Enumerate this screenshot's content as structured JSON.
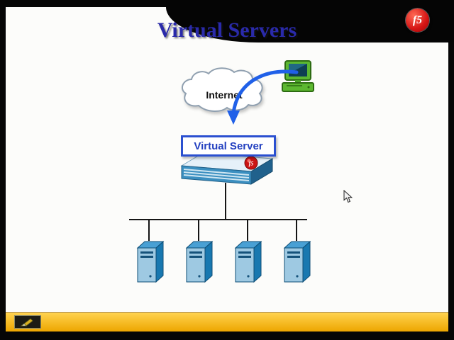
{
  "slide": {
    "title": "Virtual Servers",
    "logo_text": "f5",
    "diagram": {
      "internet_label": "Internet",
      "virtual_server_label": "Virtual Server",
      "device_logo": "f5",
      "server_count": 4
    },
    "icons": {
      "logo": "f5-ball",
      "cloud": "internet-cloud",
      "client": "client-computer",
      "arrow": "curved-traffic-arrow",
      "device": "bigip-appliance",
      "server": "server-tower",
      "tool": "pencil",
      "pointer": "mouse-arrow"
    },
    "colors": {
      "title_blue": "#2a2aaa",
      "logo_red": "#d51414",
      "arrow_blue": "#2060e8",
      "box_border_blue": "#2b50d0",
      "server_blue": "#1878b0",
      "toolbar_yellow": "#f5b400",
      "background_black": "#060606"
    }
  }
}
